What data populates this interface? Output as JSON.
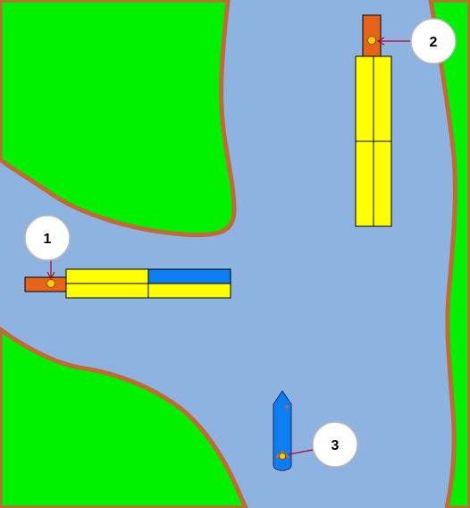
{
  "colors": {
    "water": "#8eb3e0",
    "land": "#00f000",
    "shore": "#c06a35",
    "barge_yellow": "#ffff00",
    "barge_blue": "#0d7df2",
    "tug_orange": "#e5641a",
    "light": "#ffcc00",
    "leader": "#b0002c",
    "marker_fill": "#ffffff",
    "outline": "#000000"
  },
  "markers": [
    {
      "id": "1",
      "label": "1"
    },
    {
      "id": "2",
      "label": "2"
    },
    {
      "id": "3",
      "label": "3"
    }
  ]
}
